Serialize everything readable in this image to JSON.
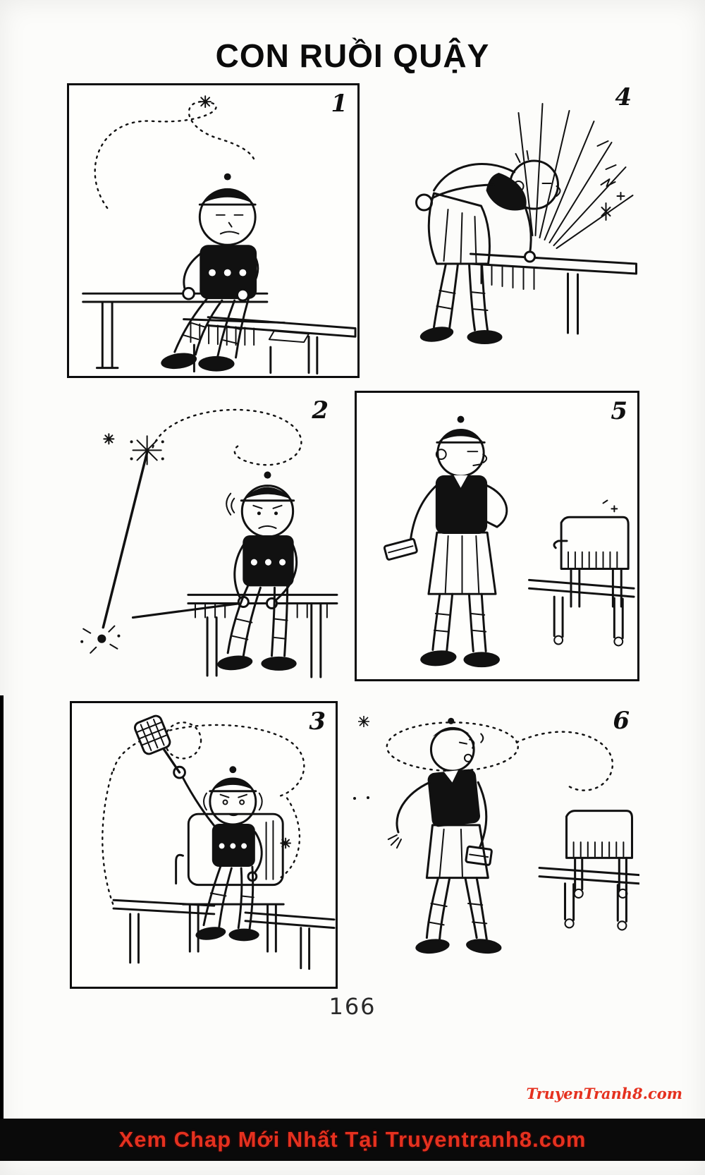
{
  "page": {
    "title": "CON RUỒI QUẬY",
    "number": "166"
  },
  "panels": [
    {
      "number": "1",
      "scene": "boy-dozing-at-desk-while-fly-loops-around"
    },
    {
      "number": "4",
      "scene": "man-bent-over-table-swatting-fly-escapes"
    },
    {
      "number": "2",
      "scene": "boy-on-bench-annoyed-sparkler-stick-falls"
    },
    {
      "number": "5",
      "scene": "man-hands-on-hips-with-folded-paper-by-sofa"
    },
    {
      "number": "3",
      "scene": "boy-in-armchair-raising-fly-swatter"
    },
    {
      "number": "6",
      "scene": "man-dizzy-fly-circling-his-head-by-sofa"
    }
  ],
  "watermark": {
    "text": "TruyenTranh8.com"
  },
  "footer": {
    "text": "Xem Chap Mới Nhất Tại Truyentranh8.com"
  },
  "colors": {
    "accent_red": "#e5311f",
    "ink": "#111111",
    "paper": "#fcfcfa",
    "footer_bg": "#0a0a0a"
  }
}
